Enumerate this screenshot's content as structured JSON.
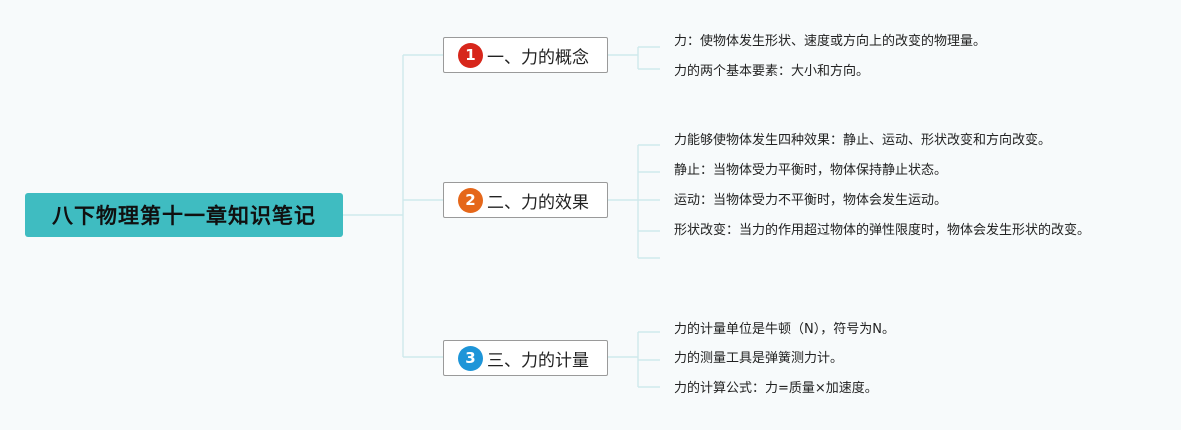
{
  "root": {
    "title": "八下物理第十一章知识笔记"
  },
  "branches": [
    {
      "number": "1",
      "color": "#d7261b",
      "label": "一、力的概念",
      "leaves": [
        "力：使物体发生形状、速度或方向上的改变的物理量。",
        "力的两个基本要素：大小和方向。"
      ]
    },
    {
      "number": "2",
      "color": "#e5671a",
      "label": "二、力的效果",
      "leaves": [
        "力能够使物体发生四种效果：静止、运动、形状改变和方向改变。",
        "静止：当物体受力平衡时，物体保持静止状态。",
        "运动：当物体受力不平衡时，物体会发生运动。",
        "形状改变：当力的作用超过物体的弹性限度时，物体会发生形状的改变。"
      ]
    },
    {
      "number": "3",
      "color": "#1e95d8",
      "label": "三、力的计量",
      "leaves": [
        "力的计量单位是牛顿（N），符号为N。",
        "力的测量工具是弹簧测力计。",
        "力的计算公式：力=质量×加速度。"
      ]
    }
  ],
  "connector_color": "#cfe9ec"
}
